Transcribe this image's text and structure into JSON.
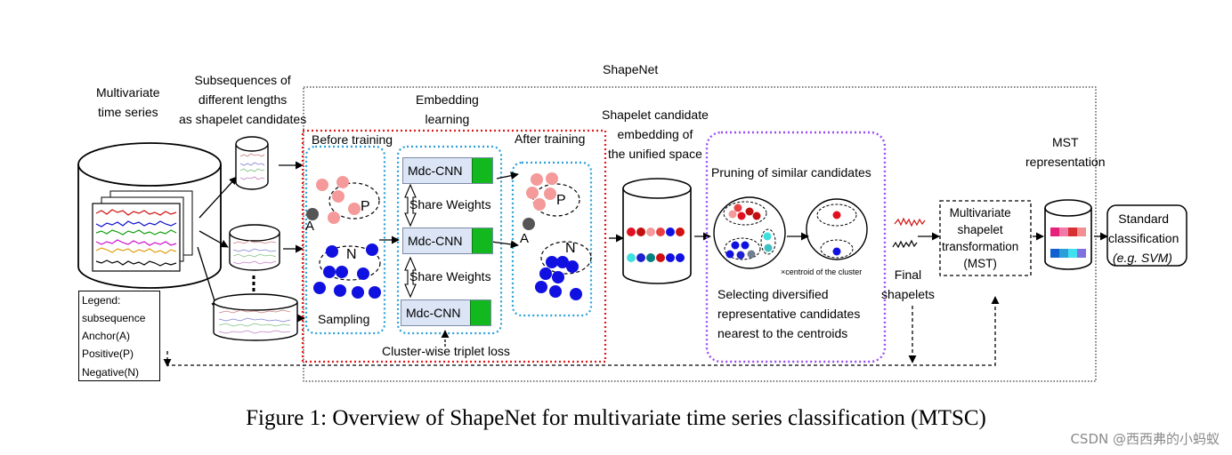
{
  "labels": {
    "shapenet": "ShapeNet",
    "mts": "Multivariate\ntime series",
    "subseq": "Subsequences of\ndifferent lengths\nas shapelet candidates",
    "embedding": "Embedding\nlearning",
    "before": "Before training",
    "after": "After training",
    "cand_embed": "Shapelet candidate\nembedding of\nthe unified space",
    "pruning": "Pruning of similar candidates",
    "selecting": "Selecting diversified\nrepresentative candidates\nnearest to the centroids",
    "centroid": "×centroid of the cluster",
    "final": "Final\nshapelets",
    "mst_trans": "Multivariate\nshapelet\ntransformation\n(MST)",
    "mst_rep": "MST\nrepresentation",
    "standard": "Standard\nclassification",
    "standard_eg": "(e.g. SVM)",
    "share1": "Share Weights",
    "share2": "Share Weights",
    "sampling": "Sampling",
    "loss": "Cluster-wise triplet loss",
    "mdc1": "Mdc-CNN",
    "mdc2": "Mdc-CNN",
    "mdc3": "Mdc-CNN",
    "P1": "P",
    "N1": "N",
    "A1": "A",
    "P2": "P",
    "N2": "N",
    "A2": "A"
  },
  "legend": {
    "title": "Legend:",
    "subsequence": "subsequence",
    "anchor": "Anchor(A)",
    "positive": "Positive(P)",
    "negative": "Negative(N)"
  },
  "caption": "Figure 1: Overview of ShapeNet for multivariate time series classification (MTSC)",
  "watermark": "CSDN @西西弗的小蚂蚁",
  "colors": {
    "anchor": "#555555",
    "positive": "#f49a9a",
    "negative": "#1010e0",
    "red_box": "#e01a1a",
    "blue_box": "#2a9fd8",
    "purple_box": "#9a4ef0",
    "green": "#12b81e"
  }
}
